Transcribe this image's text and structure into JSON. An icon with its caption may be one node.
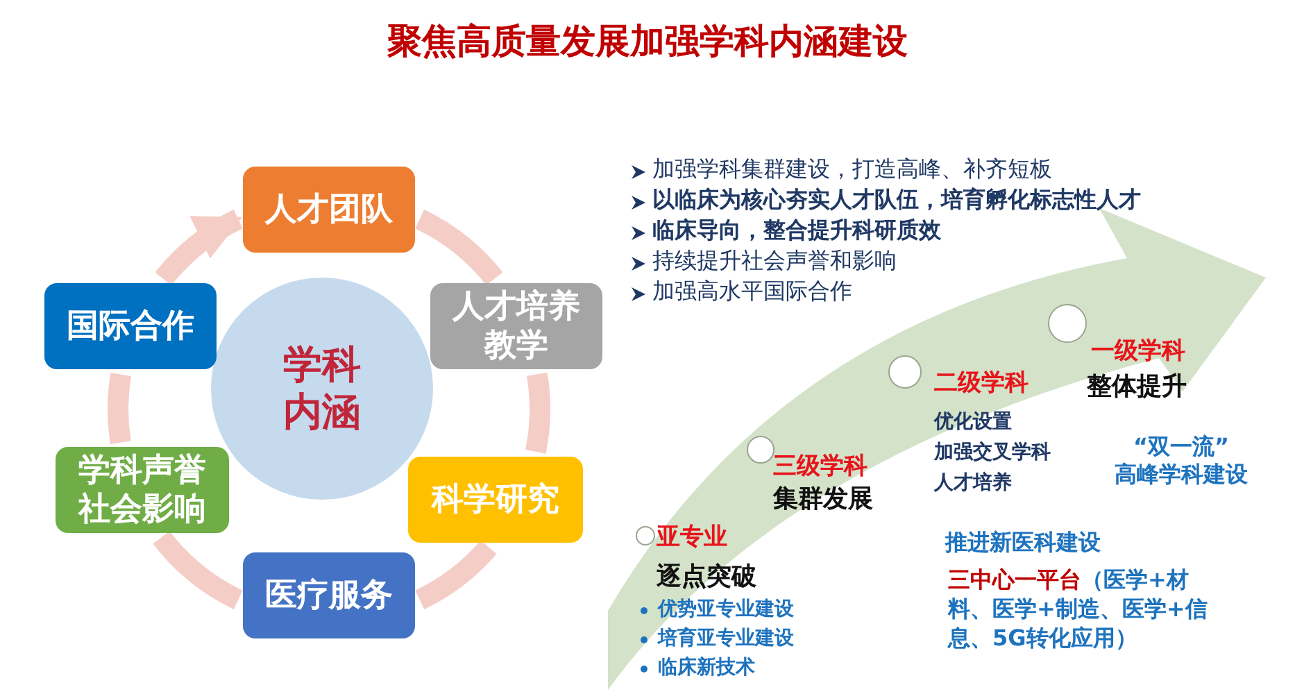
{
  "diagram": {
    "title": "聚焦高质量发展加强学科内涵建设",
    "nodes": [
      {
        "text": [
          "学科内涵"
        ]
      },
      {
        "text": [
          "人才团队"
        ]
      },
      {
        "text": [
          "人才培养教学"
        ]
      },
      {
        "text": [
          "科学研究"
        ]
      },
      {
        "text": [
          "医疗服务"
        ]
      },
      {
        "text": [
          "学科声誉社会影响"
        ]
      },
      {
        "text": [
          "国际合作"
        ]
      },
      {
        "text": [],
        "shape": "circle"
      },
      {
        "text": [],
        "shape": "circle"
      },
      {
        "text": [],
        "shape": "circle"
      },
      {
        "text": [],
        "shape": "circle"
      }
    ],
    "edges": [
      {
        "from": 1,
        "to": 2,
        "arrow": "none"
      },
      {
        "from": 2,
        "to": 3,
        "arrow": "none"
      },
      {
        "from": 3,
        "to": 4,
        "arrow": "none"
      },
      {
        "from": 4,
        "to": 5,
        "arrow": "none"
      },
      {
        "from": 5,
        "to": 6,
        "arrow": "none"
      },
      {
        "from": 6,
        "to": 1,
        "arrow": "to"
      }
    ],
    "labels": [
      "加强学科集群建设，打造高峰、补齐短板",
      "以临床为核心夯实人才队伍，培育孵化标志性人才",
      "临床导向，整合提升科研质效",
      "持续提升社会声誉和影响",
      "加强高水平国际合作",
      "一级学科",
      "整体提升",
      "二级学科",
      "优化设置",
      "加强交叉学科",
      "人才培养",
      "“双一流”",
      "高峰学科建设",
      "三级学科",
      "集群发展",
      "亚专业",
      "逐点突破",
      "推进新医科建设",
      "三中心一平台",
      "（医学+材料、医学+制造、医学+信息、5G转化应用）",
      "优势亚专业建设",
      "培育亚专业建设",
      "临床新技术"
    ]
  }
}
